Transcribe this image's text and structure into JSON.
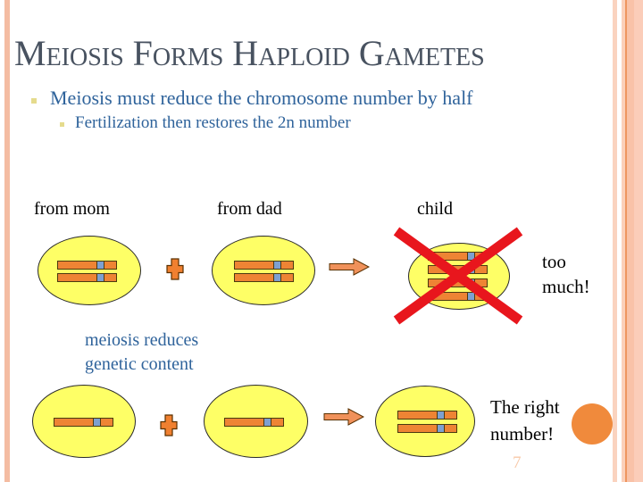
{
  "slide": {
    "title": "Meiosis Forms Haploid Gametes",
    "bullets": {
      "level1": "Meiosis must reduce the chromosome number by half",
      "level2": "Fertilization then restores the 2n number"
    },
    "column_labels": {
      "mom": "from mom",
      "dad": "from dad",
      "child": "child"
    },
    "row1": {
      "result_note": "too much!"
    },
    "row2": {
      "caption": "meiosis reduces genetic content",
      "result_note": "The right number!"
    },
    "page_number": "7"
  },
  "icons": {
    "plus": "plus-icon",
    "arrow": "arrow-right-icon",
    "cross": "red-cross-out-icon",
    "cell": "cell-ellipse",
    "chromosome": "chromosome-bar",
    "circle": "decorative-circle"
  },
  "colors": {
    "title_text": "#485260",
    "bullet_text": "#2F639B",
    "bullet_marker": "#E5DB8D",
    "cell_fill": "#FEFF66",
    "chromosome_orange": "#EE8434",
    "centromere_blue": "#7EA0D0",
    "arrow_fill": "#F0915A",
    "plus_fill": "#F08030",
    "cross_red": "#E8161D",
    "circle_orange": "#F08A3C",
    "edge_stripe_salmon": "#F4BCA2",
    "page_number_text": "#F8C9A8"
  }
}
